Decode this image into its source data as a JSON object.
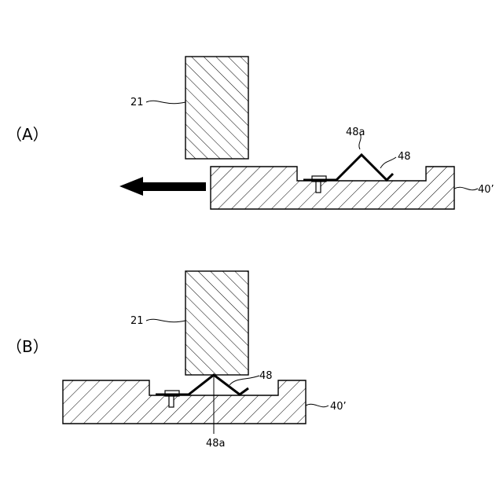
{
  "figure": {
    "panel_a": {
      "tag": "（A）",
      "label_21": "21",
      "label_48a": "48a",
      "label_48": "48",
      "label_40": "40’"
    },
    "panel_b": {
      "tag": "（B）",
      "label_21": "21",
      "label_48a": "48a",
      "label_48": "48",
      "label_40": "40’"
    }
  }
}
